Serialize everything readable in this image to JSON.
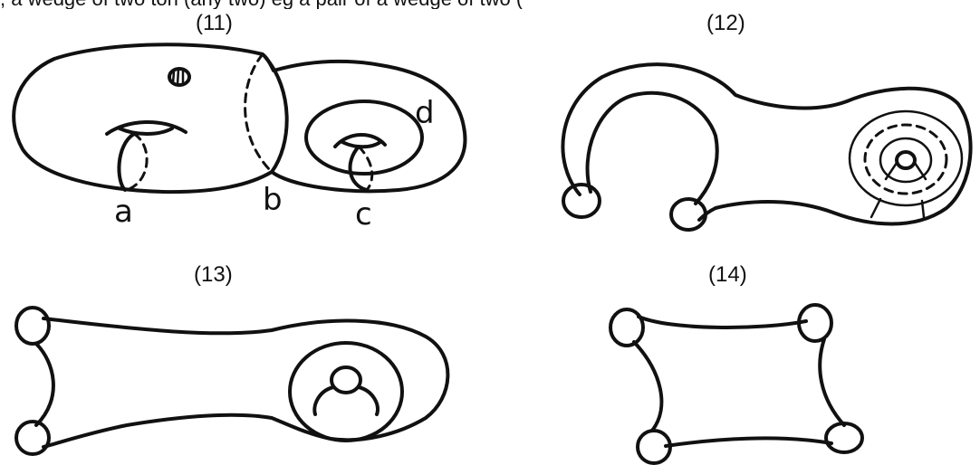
{
  "top_text": ", a wedge of two tori (any two) eg a pair of a wedge of two (",
  "panels": {
    "p11": {
      "label": "(11)",
      "curve_labels": [
        "a",
        "b",
        "c",
        "d"
      ]
    },
    "p12": {
      "label": "(12)"
    },
    "p13": {
      "label": "(13)"
    },
    "p14": {
      "label": "(14)"
    }
  }
}
